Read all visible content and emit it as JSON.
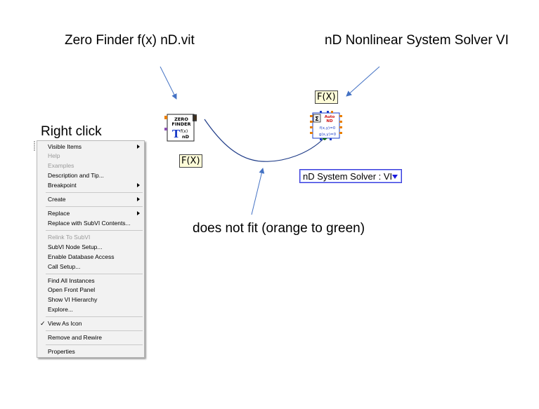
{
  "captions": {
    "zero_finder": "Zero Finder f(x) nD.vit",
    "nd_solver": "nD Nonlinear System Solver VI",
    "right_click": "Right click",
    "does_not_fit": "does not fit (orange to green)"
  },
  "nodes": {
    "fx_left_label": "F(X)",
    "fx_right_label": "F(X)",
    "zero_icon_lines": [
      "ZERO",
      "FINDER",
      "f(x)",
      "nD"
    ],
    "nd_icon_lines": [
      "Auto",
      "ND",
      "f(x,y)=0",
      "g(x,y)=0"
    ]
  },
  "selector": {
    "value": "nD System Solver : VI"
  },
  "context_menu": {
    "items": [
      {
        "label": "Visible Items",
        "enabled": true,
        "submenu": true
      },
      {
        "label": "Help",
        "enabled": false,
        "submenu": false
      },
      {
        "label": "Examples",
        "enabled": false,
        "submenu": false
      },
      {
        "label": "Description and Tip...",
        "enabled": true,
        "submenu": false
      },
      {
        "label": "Breakpoint",
        "enabled": true,
        "submenu": true
      },
      {
        "label": "Create",
        "enabled": true,
        "submenu": true
      },
      {
        "label": "Replace",
        "enabled": true,
        "submenu": true
      },
      {
        "label": "Replace with SubVI Contents...",
        "enabled": true,
        "submenu": false
      },
      {
        "label": "Relink To SubVI",
        "enabled": false,
        "submenu": false
      },
      {
        "label": "SubVI Node Setup...",
        "enabled": true,
        "submenu": false
      },
      {
        "label": "Enable Database Access",
        "enabled": true,
        "submenu": false
      },
      {
        "label": "Call Setup...",
        "enabled": true,
        "submenu": false
      },
      {
        "label": "Find All Instances",
        "enabled": true,
        "submenu": false
      },
      {
        "label": "Open Front Panel",
        "enabled": true,
        "submenu": false
      },
      {
        "label": "Show VI Hierarchy",
        "enabled": true,
        "submenu": false
      },
      {
        "label": "Explore...",
        "enabled": true,
        "submenu": false
      },
      {
        "label": "View As Icon",
        "enabled": true,
        "submenu": false,
        "checked": true
      },
      {
        "label": "Remove and Rewire",
        "enabled": true,
        "submenu": false
      },
      {
        "label": "Properties",
        "enabled": true,
        "submenu": false
      }
    ]
  },
  "colors": {
    "arrow": "#4472c4",
    "wire": "#1f3c88",
    "terminal_orange": "#e87f00",
    "terminal_green": "#006400",
    "selector_border": "#3a3ad8"
  }
}
